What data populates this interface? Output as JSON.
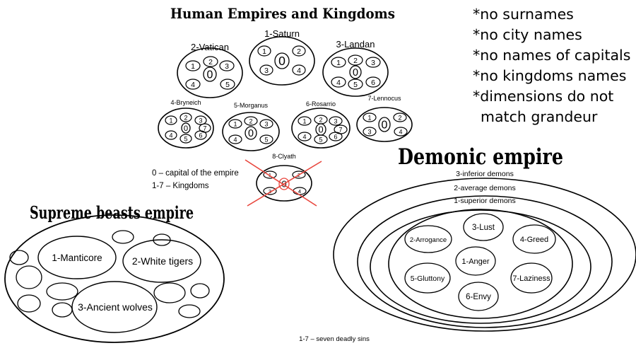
{
  "titles": {
    "human": "Human Empires and Kingdoms",
    "demonic": "Demonic empire",
    "beasts": "Supreme beasts empire"
  },
  "notes": [
    "*no surnames",
    "*no city names",
    "*no names of capitals",
    "*no kingdoms names",
    "*dimensions do not",
    "match grandeur"
  ],
  "legend": {
    "capital": "0 – capital of the empire",
    "kingdoms": "1-7 – Kingdoms"
  },
  "empires": [
    {
      "name": "1-Saturn",
      "capital": "0",
      "kingdoms": [
        "1",
        "2",
        "3",
        "4"
      ]
    },
    {
      "name": "2-Vatican",
      "capital": "0",
      "kingdoms": [
        "1",
        "2",
        "3",
        "4",
        "5"
      ]
    },
    {
      "name": "3-Landan",
      "capital": "0",
      "kingdoms": [
        "1",
        "2",
        "3",
        "4",
        "5",
        "6"
      ]
    },
    {
      "name": "4-Bryneich",
      "capital": "0",
      "kingdoms": [
        "1",
        "2",
        "3",
        "7",
        "4",
        "5",
        "6"
      ]
    },
    {
      "name": "5-Morganus",
      "capital": "0",
      "kingdoms": [
        "1",
        "2",
        "3",
        "4",
        "5"
      ]
    },
    {
      "name": "6-Rosarrio",
      "capital": "0",
      "kingdoms": [
        "1",
        "2",
        "3",
        "7",
        "4",
        "5",
        "6"
      ]
    },
    {
      "name": "7-Lennocus",
      "capital": "0",
      "kingdoms": [
        "1",
        "2",
        "3",
        "4"
      ]
    },
    {
      "name": "8-Clyath",
      "capital": "0",
      "kingdoms": [
        "1",
        "2",
        "3",
        "4"
      ],
      "crossed_out": true
    }
  ],
  "beasts": [
    "1-Manticore",
    "2-White tigers",
    "3-Ancient wolves"
  ],
  "demonic": {
    "rings": [
      "3-inferior demons",
      "2-average demons",
      "1-superior demons"
    ],
    "sins": [
      "3-Lust",
      "2-Arrogance",
      "4-Greed",
      "1-Anger",
      "5-Gluttony",
      "7-Laziness",
      "6-Envy"
    ],
    "footnote": "1-7 – seven deadly sins"
  },
  "colors": {
    "stroke": "#000000",
    "cross": "#e8453c"
  }
}
